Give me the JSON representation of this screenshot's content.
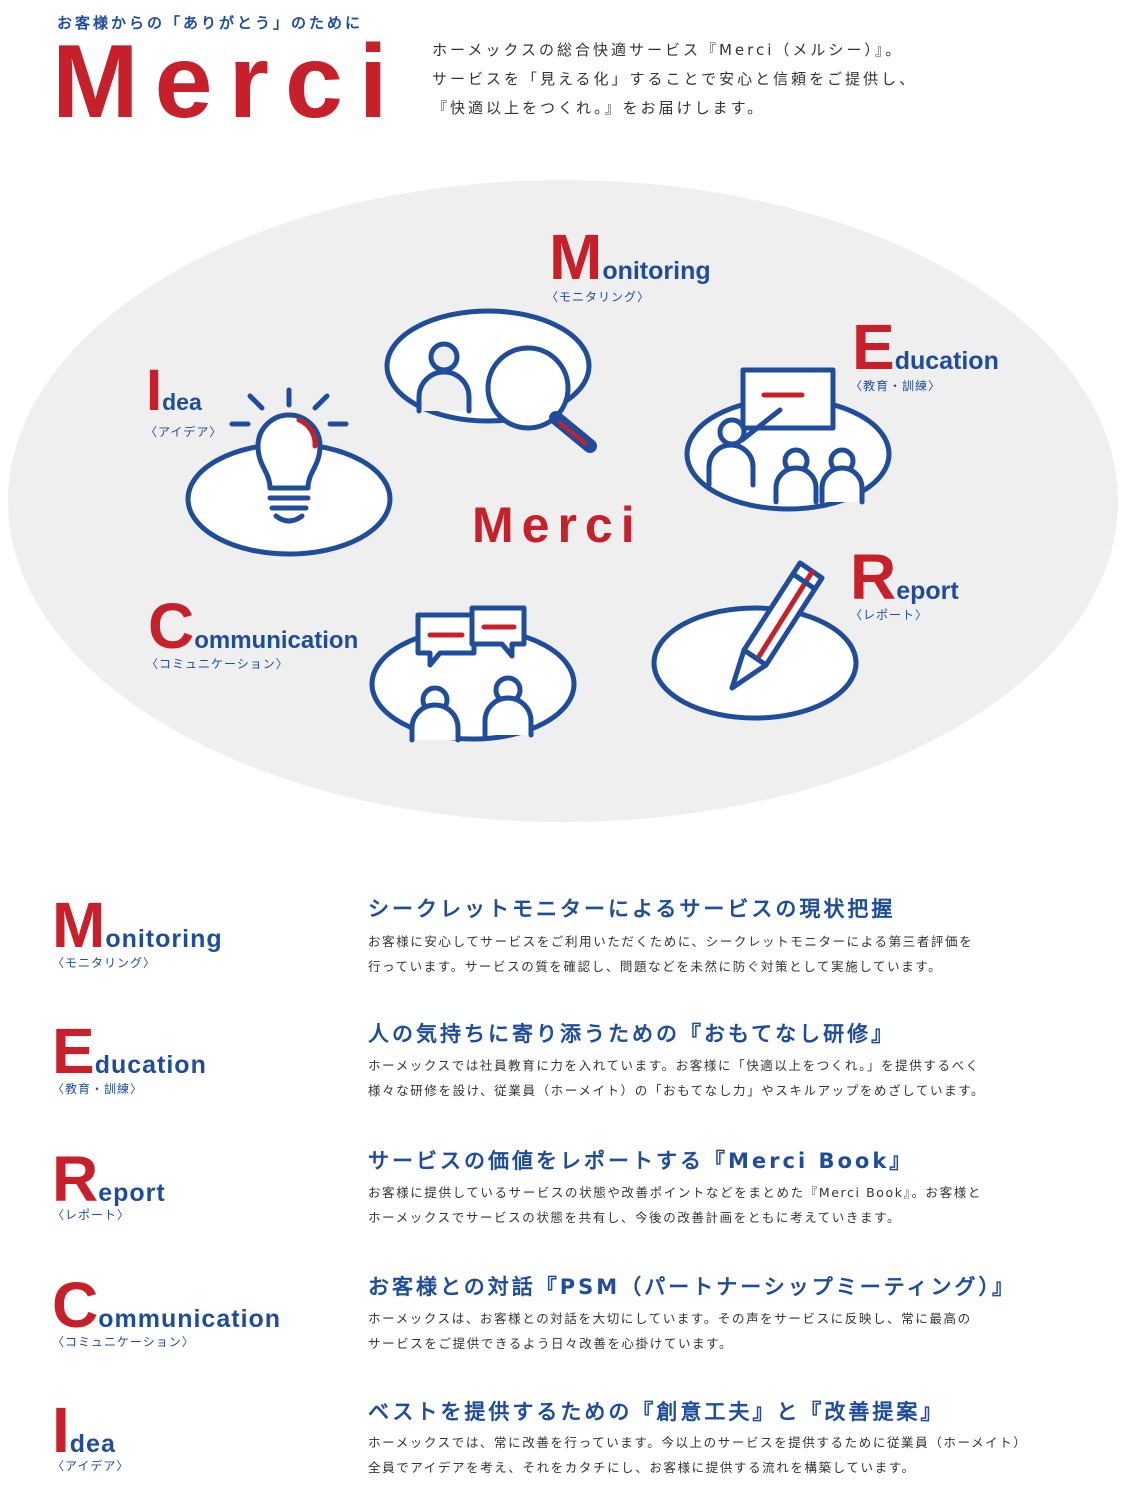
{
  "header": {
    "tagline": "お客様からの「ありがとう」のために",
    "logo": "Merci",
    "intro_lines": [
      "ホーメックスの総合快適サービス『Merci（メルシー）』。",
      "サービスを「見える化」することで安心と信頼をご提供し、",
      "『快適以上をつくれ。』をお届けします。"
    ]
  },
  "diagram": {
    "center": "Merci",
    "items": {
      "monitoring": {
        "initial": "M",
        "rest": "onitoring",
        "sub": "〈モニタリング〉"
      },
      "education": {
        "initial": "E",
        "rest": "ducation",
        "sub": "〈教育・訓練〉"
      },
      "idea": {
        "initial": "I",
        "rest": "dea",
        "sub": "〈アイデア〉"
      },
      "report": {
        "initial": "R",
        "rest": "eport",
        "sub": "〈レポート〉"
      },
      "communication": {
        "initial": "C",
        "rest": "ommunication",
        "sub": "〈コミュニケーション〉"
      }
    },
    "icons": [
      "person-search-icon",
      "teacher-board-icon",
      "lightbulb-icon",
      "pencil-icon",
      "chat-people-icon"
    ]
  },
  "sections": [
    {
      "initial": "M",
      "rest": "onitoring",
      "sub": "〈モニタリング〉",
      "title": "シークレットモニターによるサービスの現状把握",
      "body": [
        "お客様に安心してサービスをご利用いただくために、シークレットモニターによる第三者評価を",
        "行っています。サービスの質を確認し、問題などを未然に防ぐ対策として実施しています。"
      ]
    },
    {
      "initial": "E",
      "rest": "ducation",
      "sub": "〈教育・訓練〉",
      "title": "人の気持ちに寄り添うための『おもてなし研修』",
      "body": [
        "ホーメックスでは社員教育に力を入れています。お客様に「快適以上をつくれ。」を提供するべく",
        "様々な研修を設け、従業員（ホーメイト）の「おもてなし力」やスキルアップをめざしています。"
      ]
    },
    {
      "initial": "R",
      "rest": "eport",
      "sub": "〈レポート〉",
      "title": "サービスの価値をレポートする『Merci Book』",
      "body": [
        "お客様に提供しているサービスの状態や改善ポイントなどをまとめた『Merci Book』。お客様と",
        "ホーメックスでサービスの状態を共有し、今後の改善計画をともに考えていきます。"
      ]
    },
    {
      "initial": "C",
      "rest": "ommunication",
      "sub": "〈コミュニケーション〉",
      "title": "お客様との対話『PSM（パートナーシップミーティング）』",
      "body": [
        "ホーメックスは、お客様との対話を大切にしています。その声をサービスに反映し、常に最高の",
        "サービスをご提供できるよう日々改善を心掛けています。"
      ]
    },
    {
      "initial": "I",
      "rest": "dea",
      "sub": "〈アイデア〉",
      "title": "ベストを提供するための『創意工夫』と『改善提案』",
      "body": [
        "ホーメックスでは、常に改善を行っています。今以上のサービスを提供するために従業員（ホーメイト）",
        "全員でアイデアを考え、それをカタチにし、お客様に提供する流れを構築しています。"
      ]
    }
  ],
  "colors": {
    "red": "#c8202b",
    "blue": "#1f4d9c",
    "gray": "#efefef"
  }
}
